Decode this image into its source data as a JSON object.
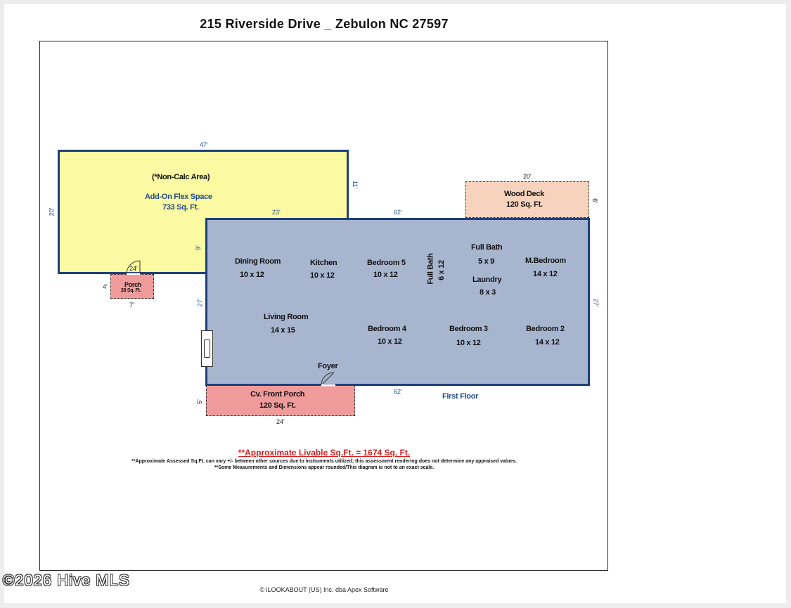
{
  "title": "215 Riverside Drive _  Zebulon NC 27597",
  "areas": {
    "flex": {
      "note": "(*Non-Calc Area)",
      "name": "Add-On Flex Space",
      "sqft": "733 Sq. Ft."
    },
    "deck": {
      "name": "Wood Deck",
      "sqft": "120 Sq. Ft."
    },
    "porch_small": {
      "name": "Porch",
      "sqft": "28 Sq. Ft."
    },
    "front_porch": {
      "name": "Cv. Front Porch",
      "sqft": "120 Sq. Ft."
    },
    "floor_label": "First Floor"
  },
  "rooms": {
    "dining": {
      "name": "Dining Room",
      "size": "10 x 12"
    },
    "kitchen": {
      "name": "Kitchen",
      "size": "10 x 12"
    },
    "bedroom5": {
      "name": "Bedroom 5",
      "size": "10 x 12"
    },
    "full_bath_v": {
      "name": "Full Bath",
      "size": "6 x 12"
    },
    "full_bath": {
      "name": "Full Bath",
      "size": "5 x 9"
    },
    "laundry": {
      "name": "Laundry",
      "size": "8 x 3"
    },
    "mbedroom": {
      "name": "M.Bedroom",
      "size": "14 x 12"
    },
    "living": {
      "name": "Living Room",
      "size": "14 x 15"
    },
    "bedroom4": {
      "name": "Bedroom 4",
      "size": "10 x 12"
    },
    "bedroom3": {
      "name": "Bedroom 3",
      "size": "10 x 12"
    },
    "bedroom2": {
      "name": "Bedroom 2",
      "size": "14 x 12"
    },
    "foyer": {
      "name": "Foyer"
    }
  },
  "dimensions": {
    "flex_top": "47'",
    "flex_right": "11'",
    "flex_left": "20'",
    "flex_inner": "9'",
    "main_top_inner": "23'",
    "main_top": "62'",
    "main_bottom": "62'",
    "main_left": "27'",
    "main_right": "27'",
    "deck_top": "20'",
    "deck_right": "6'",
    "porch_left": "4'",
    "porch_bottom": "7'",
    "porch_door": "24'",
    "front_porch_left": "5'",
    "front_porch_bottom": "24'"
  },
  "notes": {
    "livable": "**Approximate Livable Sq.Ft. =  1674 Sq. Ft.",
    "line1": "**Approximate Assessed Sq.Ft. can vary +/- between other sources due to instruments utilized; this assessment rendering does not determine any appraised values.",
    "line2": "**Some Measurements and Dimensions appear  rounded/This diagram is not to an exact scale."
  },
  "copyright": "© iLOOKABOUT (US) Inc. dba Apex Software",
  "watermark": "©2026 Hive MLS",
  "colors": {
    "flex_fill": "#fbf9a1",
    "main_fill": "#a7b5cf",
    "deck_fill": "#f7d3bd",
    "porch_fill": "#ef9b9b",
    "wall": "#1f3f7a",
    "livable_note": "#d32020"
  }
}
